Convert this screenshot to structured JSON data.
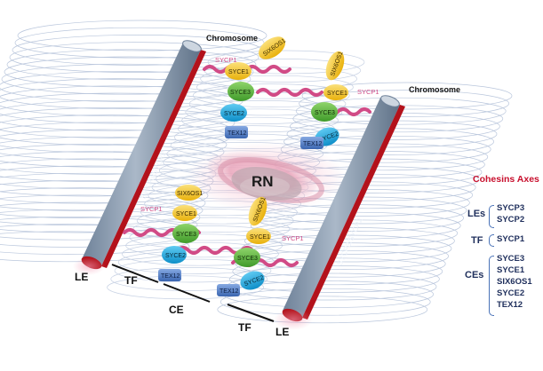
{
  "labels": {
    "chromosome_left": "Chromosome",
    "chromosome_right": "Chromosome",
    "axis_left": "SYCP3/SYCP2",
    "axis_right": "SYCP3/SYCP2",
    "center": "RN",
    "le_left": "LE",
    "le_right": "LE",
    "tf_left": "TF",
    "ce": "CE",
    "tf_right": "TF"
  },
  "proteins": {
    "sycp1": "SYCP1",
    "sycE1": "SYCE1",
    "syce3": "SYCE3",
    "syce2": "SYCE2",
    "tex12": "TEX12",
    "six6os1": "SIX6OS1"
  },
  "legend": {
    "title": "Cohesins Axes",
    "groups": [
      {
        "label": "LEs",
        "items": [
          "SYCP3",
          "SYCP2"
        ]
      },
      {
        "label": "TF",
        "items": [
          "SYCP1"
        ]
      },
      {
        "label": "CEs",
        "items": [
          "SYCE3",
          "SYCE1",
          "SIX6OS1",
          "SYCE2",
          "TEX12"
        ]
      }
    ]
  },
  "colors": {
    "axis_fill": "#8d9fb5",
    "axis_red": "#b3121b",
    "sycp1_wave": "#d14b86",
    "syce1": "#f4c326",
    "six6os1": "#f4c326",
    "syce3": "#5eb33e",
    "syce2": "#1ea7e1",
    "tex12": "#4f7fc9",
    "legend_title": "#c8102e",
    "legend_text": "#1f2f5c"
  }
}
